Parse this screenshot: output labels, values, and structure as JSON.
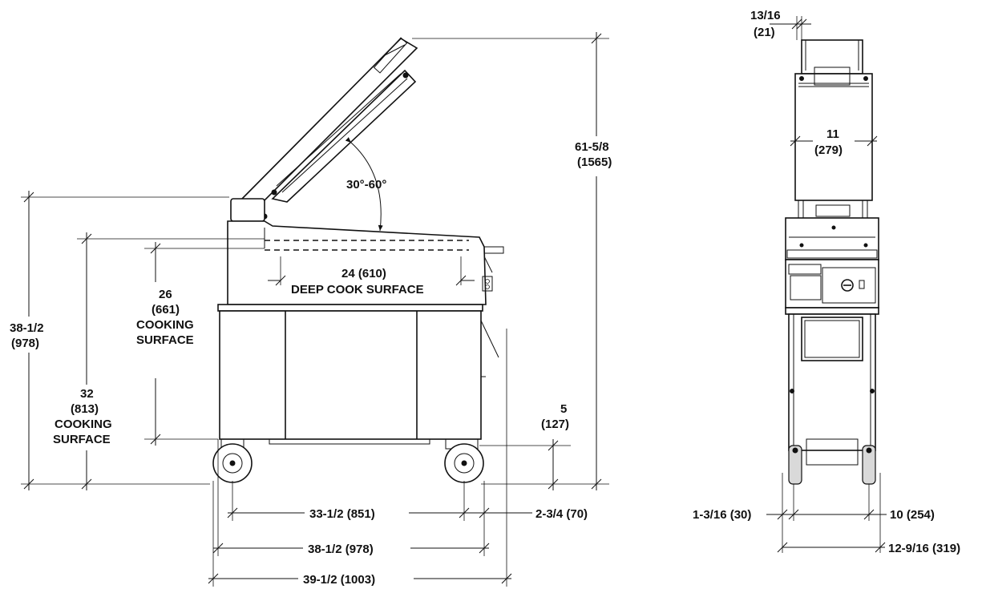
{
  "side_view": {
    "angle_label": "30°-60°",
    "overall_height": [
      "61-5/8",
      "(1565)"
    ],
    "height_total": [
      "38-1/2",
      "(978)"
    ],
    "height_cooking_32": [
      "32",
      "(813)",
      "COOKING",
      "SURFACE"
    ],
    "height_cooking_26": [
      "26",
      "(661)",
      "COOKING",
      "SURFACE"
    ],
    "deep_cook": [
      "24 (610)",
      "DEEP COOK SURFACE"
    ],
    "caster_height": [
      "5",
      "(127)"
    ],
    "wheelbase": "33-1/2 (851)",
    "offset_front": "2-3/4 (70)",
    "depth_body": "38-1/2 (978)",
    "depth_overall": "39-1/2 (1003)"
  },
  "front_view": {
    "handle_offset": [
      "13/16",
      "(21)"
    ],
    "platen_width": [
      "11",
      "(279)"
    ],
    "left_offset": "1-3/16 (30)",
    "caster_spacing": "10 (254)",
    "overall_width": "12-9/16 (319)"
  }
}
